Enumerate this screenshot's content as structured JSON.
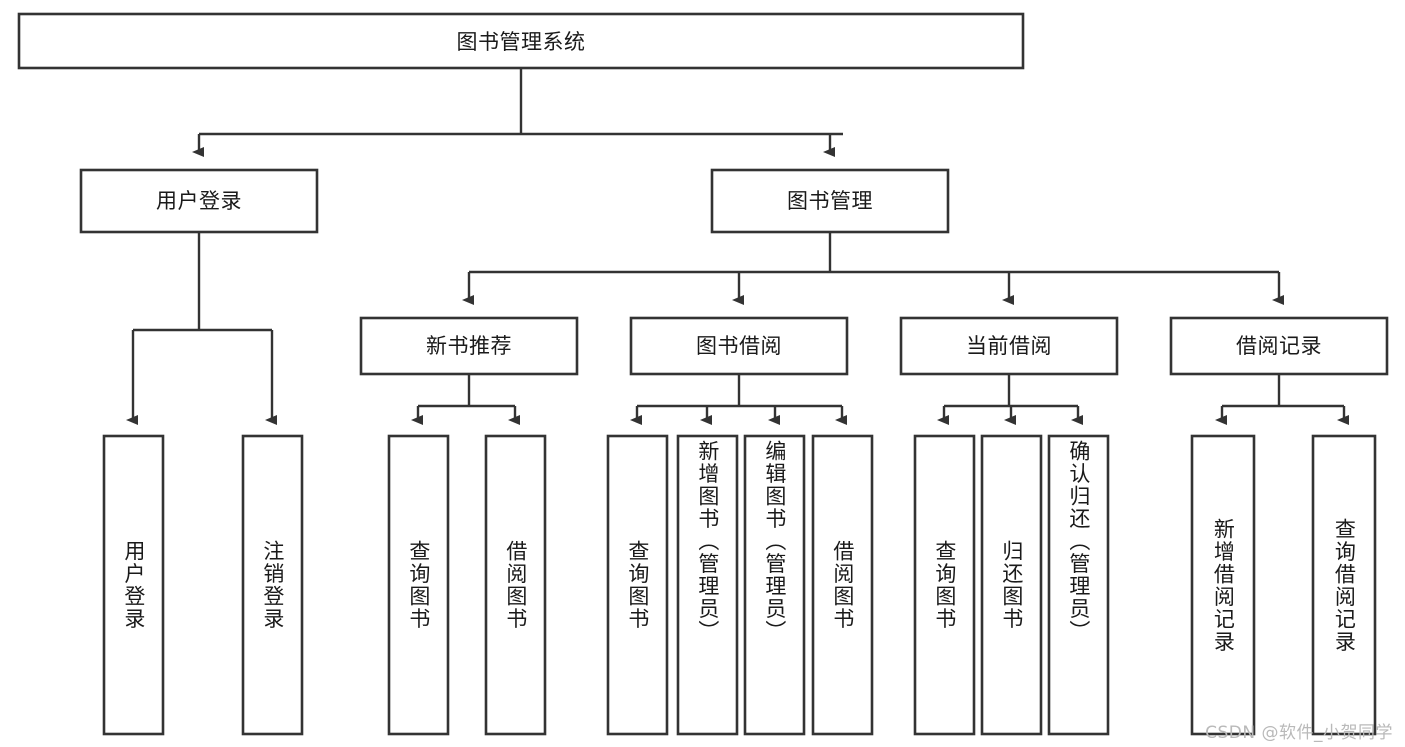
{
  "diagram": {
    "type": "tree-hierarchy",
    "title_node": {
      "id": "root",
      "label": "图书管理系统"
    },
    "level2": [
      {
        "id": "user-login",
        "label": "用户登录"
      },
      {
        "id": "book-manage",
        "label": "图书管理"
      }
    ],
    "level3": [
      {
        "id": "new-book-recommend",
        "label": "新书推荐"
      },
      {
        "id": "book-borrow",
        "label": "图书借阅"
      },
      {
        "id": "current-borrow",
        "label": "当前借阅"
      },
      {
        "id": "borrow-record",
        "label": "借阅记录"
      }
    ],
    "leaves": [
      {
        "id": "leaf-user-login",
        "label": "用户登录",
        "parent": "user-login"
      },
      {
        "id": "leaf-logout-login",
        "label": "注销登录",
        "parent": "user-login"
      },
      {
        "id": "leaf-query-book-1",
        "label": "查询图书",
        "parent": "new-book-recommend"
      },
      {
        "id": "leaf-borrow-book-1",
        "label": "借阅图书",
        "parent": "new-book-recommend"
      },
      {
        "id": "leaf-query-book-2",
        "label": "查询图书",
        "parent": "book-borrow"
      },
      {
        "id": "leaf-add-book",
        "label": "新增图书（管理员）",
        "parent": "book-borrow"
      },
      {
        "id": "leaf-edit-book",
        "label": "编辑图书（管理员）",
        "parent": "book-borrow"
      },
      {
        "id": "leaf-borrow-book-2",
        "label": "借阅图书",
        "parent": "book-borrow"
      },
      {
        "id": "leaf-query-book-3",
        "label": "查询图书",
        "parent": "current-borrow"
      },
      {
        "id": "leaf-return-book",
        "label": "归还图书",
        "parent": "current-borrow"
      },
      {
        "id": "leaf-confirm-return",
        "label": "确认归还（管理员）",
        "parent": "current-borrow"
      },
      {
        "id": "leaf-add-record",
        "label": "新增借阅记录",
        "parent": "borrow-record"
      },
      {
        "id": "leaf-query-record",
        "label": "查询借阅记录",
        "parent": "borrow-record"
      }
    ],
    "colors": {
      "box_stroke": "#333333",
      "box_fill": "#ffffff",
      "text": "#1a1a1a",
      "connector": "#333333",
      "watermark": "#b9b9b9",
      "background": "#ffffff"
    }
  },
  "watermark": {
    "text": "CSDN @软件_小贺同学"
  }
}
